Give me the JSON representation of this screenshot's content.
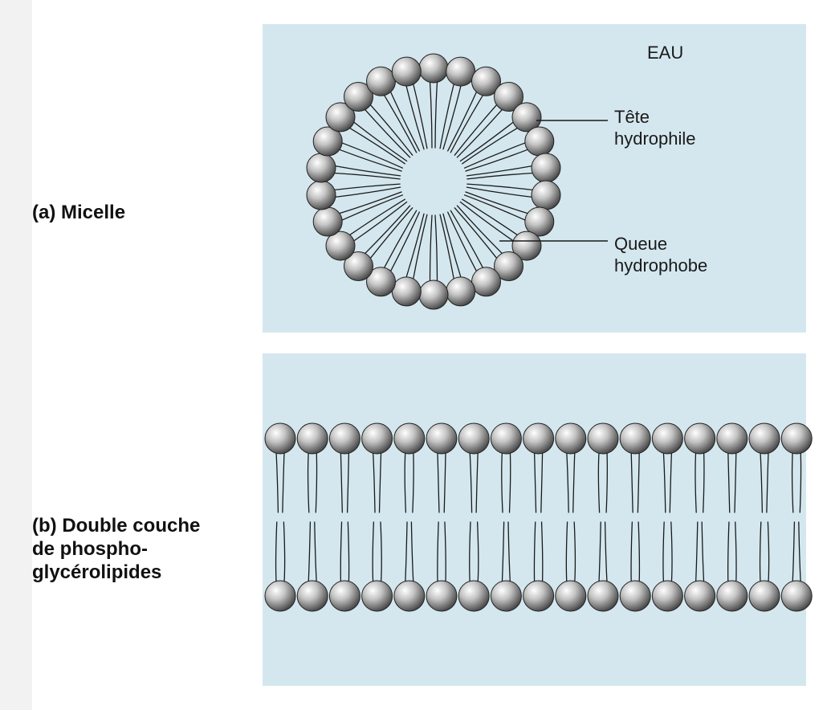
{
  "colors": {
    "water": "#d4e7ee",
    "head_light": "#ffffff",
    "head_mid": "#c4c4c4",
    "head_dark": "#3a3a3a",
    "tail": "#1a1a1a",
    "text": "#111111"
  },
  "micelle": {
    "panel_label": "(a) Micelle",
    "water_label": "EAU",
    "head_label": "Tête\nhydrophile",
    "tail_label": "Queue\nhydrophobe",
    "molecule_count": 26
  },
  "bilayer": {
    "panel_label": "(b) Double couche\nde phospho-\nglycérolipides",
    "molecules_per_leaflet": 17
  }
}
